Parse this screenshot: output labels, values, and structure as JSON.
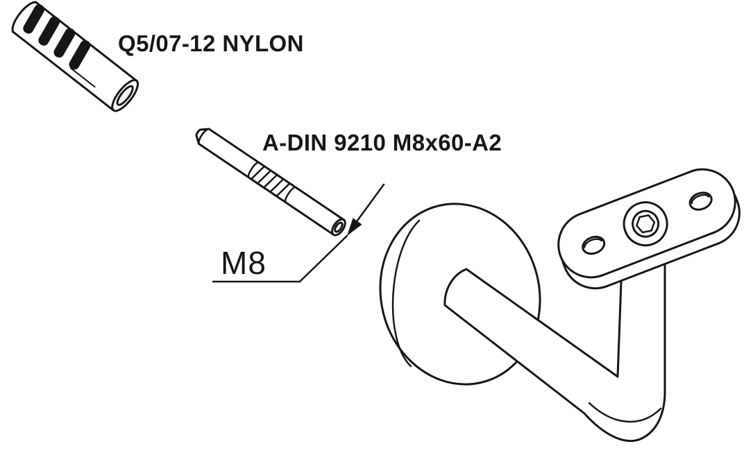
{
  "colors": {
    "line": "#161616",
    "background": "#ffffff"
  },
  "labels": {
    "plug_label": "Q5/07-12 NYLON",
    "stud_label": "A-DIN 9210 M8x60-A2",
    "dimension_label": "M8"
  }
}
